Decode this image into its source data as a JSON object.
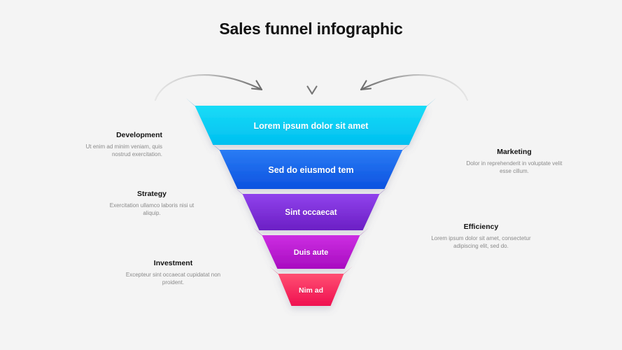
{
  "page": {
    "title": "Sales funnel infographic",
    "background_color": "#f4f4f4",
    "title_color": "#121212"
  },
  "funnel": {
    "bands": [
      {
        "label": "Lorem ipsum dolor sit amet",
        "color_top": "#19dcf7",
        "color_bottom": "#00bff0",
        "fold_color": "#0a9fd6",
        "font_size": "12.5px"
      },
      {
        "label": "Sed do eiusmod tem",
        "color_top": "#2a7cf4",
        "color_bottom": "#0c52e0",
        "fold_color": "#1a35c4",
        "font_size": "12.5px"
      },
      {
        "label": "Sint occaecat",
        "color_top": "#9042ec",
        "color_bottom": "#6b1fc4",
        "fold_color": "#5b179e",
        "font_size": "11.5px"
      },
      {
        "label": "Duis aute",
        "color_top": "#cc2ee2",
        "color_bottom": "#a80cc0",
        "fold_color": "#8b0aa0",
        "font_size": "11px"
      },
      {
        "label": "Nim ad",
        "color_top": "#ff4f72",
        "color_bottom": "#ef1050",
        "fold_color": "#d00b45",
        "font_size": "10.5px"
      }
    ]
  },
  "arrows": {
    "color_light": "#dedede",
    "color_dark": "#6e6e6e",
    "items": [
      {
        "name": "arrow-left-curved"
      },
      {
        "name": "arrow-center-straight"
      },
      {
        "name": "arrow-right-curved"
      }
    ]
  },
  "labels": [
    {
      "id": "development",
      "title": "Development",
      "desc": "Ut enim ad minim veniam, quis nostrud exercitation.",
      "side": "left"
    },
    {
      "id": "marketing",
      "title": "Marketing",
      "desc": "Dolor in reprehenderit in voluptate velit esse cillum.",
      "side": "right"
    },
    {
      "id": "strategy",
      "title": "Strategy",
      "desc": "Exercitation ullamco laboris nisi ut aliquip.",
      "side": "left"
    },
    {
      "id": "efficiency",
      "title": "Efficiency",
      "desc": "Lorem ipsum dolor sit amet, consectetur adipiscing elit, sed do.",
      "side": "right"
    },
    {
      "id": "investment",
      "title": "Investment",
      "desc": "Excepteur sint occaecat cupidatat non proident.",
      "side": "left"
    }
  ]
}
